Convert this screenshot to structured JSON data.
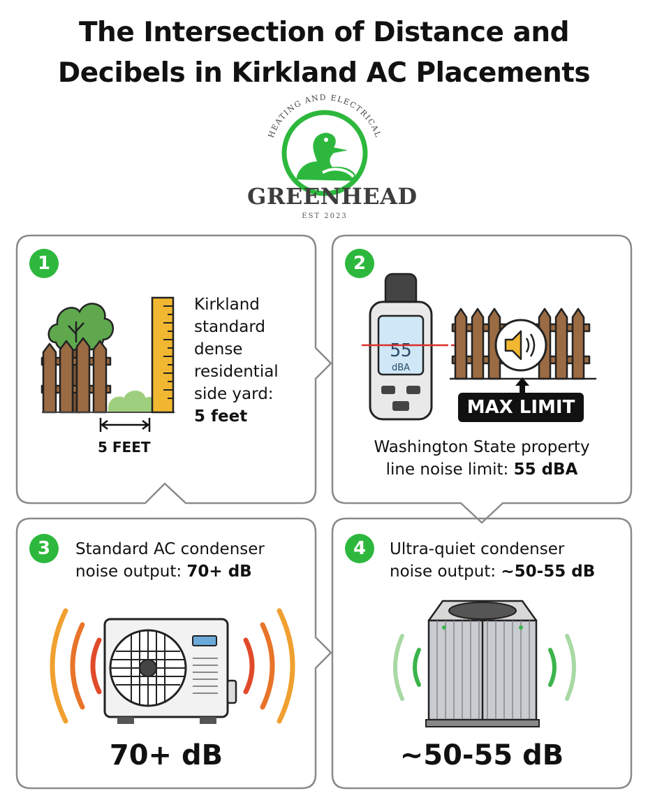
{
  "header": {
    "title_line1": "The Intersection of Distance and",
    "title_line2": "Decibels in Kirkland AC Placements"
  },
  "logo": {
    "arc_text": "HEATING AND ELECTRICAL",
    "wordmark": "GREENHEAD",
    "est": "EST 2023",
    "brand_color": "#2db83d"
  },
  "panels": [
    {
      "number": "1",
      "text_lines": [
        "Kirkland",
        "standard",
        "dense",
        "residential",
        "side yard:"
      ],
      "text_bold": "5 feet",
      "measure_label": "5 FEET",
      "icons": [
        "tree-icon",
        "fence-icon",
        "ruler-icon"
      ]
    },
    {
      "number": "2",
      "meter_value": "55",
      "meter_unit": "dBA",
      "banner": "MAX LIMIT",
      "text_line1": "Washington State property",
      "text_line2_prefix": "line noise limit: ",
      "text_line2_bold": "55 dBA",
      "icons": [
        "sound-meter-icon",
        "fence-icon",
        "speaker-icon"
      ]
    },
    {
      "number": "3",
      "text_line1": "Standard AC condenser",
      "text_line2_prefix": "noise output: ",
      "text_line2_bold": "70+ dB",
      "big_value": "70+ dB",
      "wave_color": "#e8742a",
      "icons": [
        "mini-split-condenser-icon",
        "loud-sound-waves-icon"
      ]
    },
    {
      "number": "4",
      "text_line1": "Ultra-quiet condenser",
      "text_line2_prefix": "noise output: ",
      "text_line2_bold": "~50-55 dB",
      "big_value": "~50-55 dB",
      "wave_color": "#3cb44b",
      "icons": [
        "central-ac-unit-icon",
        "quiet-sound-waves-icon"
      ]
    }
  ]
}
